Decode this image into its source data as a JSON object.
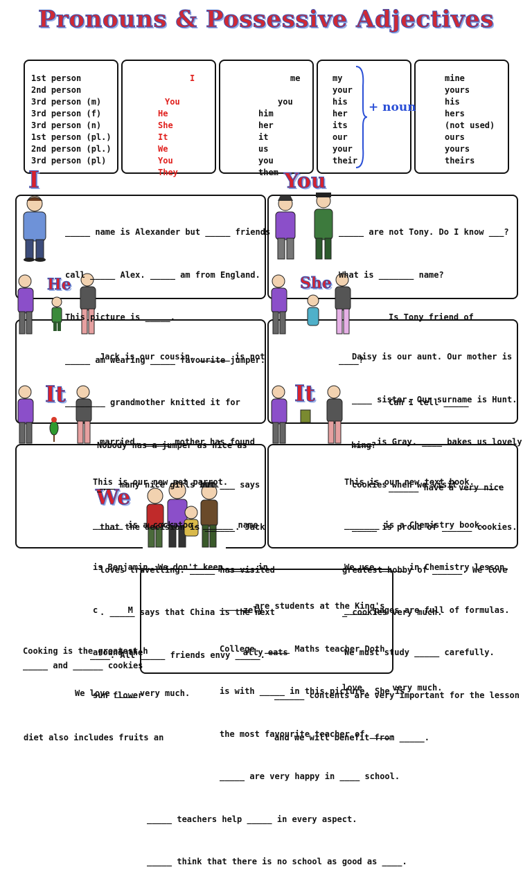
{
  "title": "Pronouns & Possessive Adjectives",
  "table": {
    "persons": [
      "1st person",
      "2nd person",
      "3rd person (m)",
      "3rd person (f)",
      "3rd person (n)",
      "1st person (pl.)",
      "2nd person (pl.)",
      "3rd person (pl)"
    ],
    "subject": [
      "I",
      "",
      "You",
      "He",
      "She",
      "It",
      "We",
      "You",
      "They"
    ],
    "object": [
      "me",
      "",
      "you",
      "him",
      "her",
      "it",
      "us",
      "you",
      "them"
    ],
    "possessive_adjective": [
      "my",
      "your",
      "his",
      "her",
      "its",
      "our",
      "your",
      "their"
    ],
    "noun_label": "+ noun",
    "possessive_pronoun": [
      "mine",
      "yours",
      "his",
      "hers",
      "(not used)",
      "ours",
      "yours",
      "theirs"
    ]
  },
  "sections": {
    "i": {
      "label": "I",
      "lines": [
        "_____ name is Alexander but _____ friends",
        "call _____ Alex. _____ am from England.",
        "This picture is _____.",
        "_____ am wearing _____ favourite jumper.",
        "________ grandmother knitted it for",
        "Nobody has a jumper as nice as",
        "_."
      ]
    },
    "you": {
      "label": "You",
      "lines": [
        "_____ are not Tony. Do I know ___?",
        "What is _______ name?",
        "Is Tony friend of",
        "____?",
        "Can I tell _____",
        "hing?",
        "______ have a very nice"
      ]
    },
    "he": {
      "label": "He",
      "lines": [
        "Jack is our cousin. ______ is not",
        "",
        "married. _____ mother has found",
        "___ many nice girls but ___ says",
        "that the decision is ______. Jack",
        "loves travelling. _____ has visited",
        ". _____ says that China is the next",
        "____. All _____ friends envy _____."
      ]
    },
    "she": {
      "label": "She",
      "lines": [
        "Daisy is our aunt. Our mother is",
        "____ sister. Our surname is Hunt.",
        "____ is Gray. ____ bakes us lovely",
        "cookies when we visit _______.",
        "_____ is proud of ______ cookies.",
        "greatest hobby of ______. We love",
        "_ cookies very much.",
        "",
        "love      very much."
      ]
    },
    "it_parrot": {
      "label": "It",
      "lines": [
        "This is our new pet parrot.",
        "______ is a cockatoo. ______ name",
        "is Benjamin. We don't keep _____ in",
        "c      M                      zely",
        "around the                    ally eats",
        "sun flower",
        "diet also includes fruits an"
      ]
    },
    "it_book": {
      "label": "It",
      "lines": [
        "This is our new text book.",
        "_______ is a Chemistry book.",
        "We use _____ in Chemistry lesson.",
        "_____ pages are full of formulas.",
        "We must study _____ carefully.",
        "______ contents are very important for the lesson",
        "and we will benefit from _____."
      ]
    },
    "we": {
      "label": "We",
      "lines": [
        "______ are students at the King's",
        "College. _____ Maths teacher Doth",
        "is with _____ in this picture. She is",
        "the most favourite teacher of ____.",
        "_____ are very happy in ____ school.",
        "_____ teachers help _____ in every aspect.",
        "_____ think that there is no school as good as ____."
      ]
    },
    "bottom": {
      "lines": [
        "Cooking is the greatest h",
        "_____ and ______ cookies",
        "We love ____ very much."
      ]
    }
  }
}
